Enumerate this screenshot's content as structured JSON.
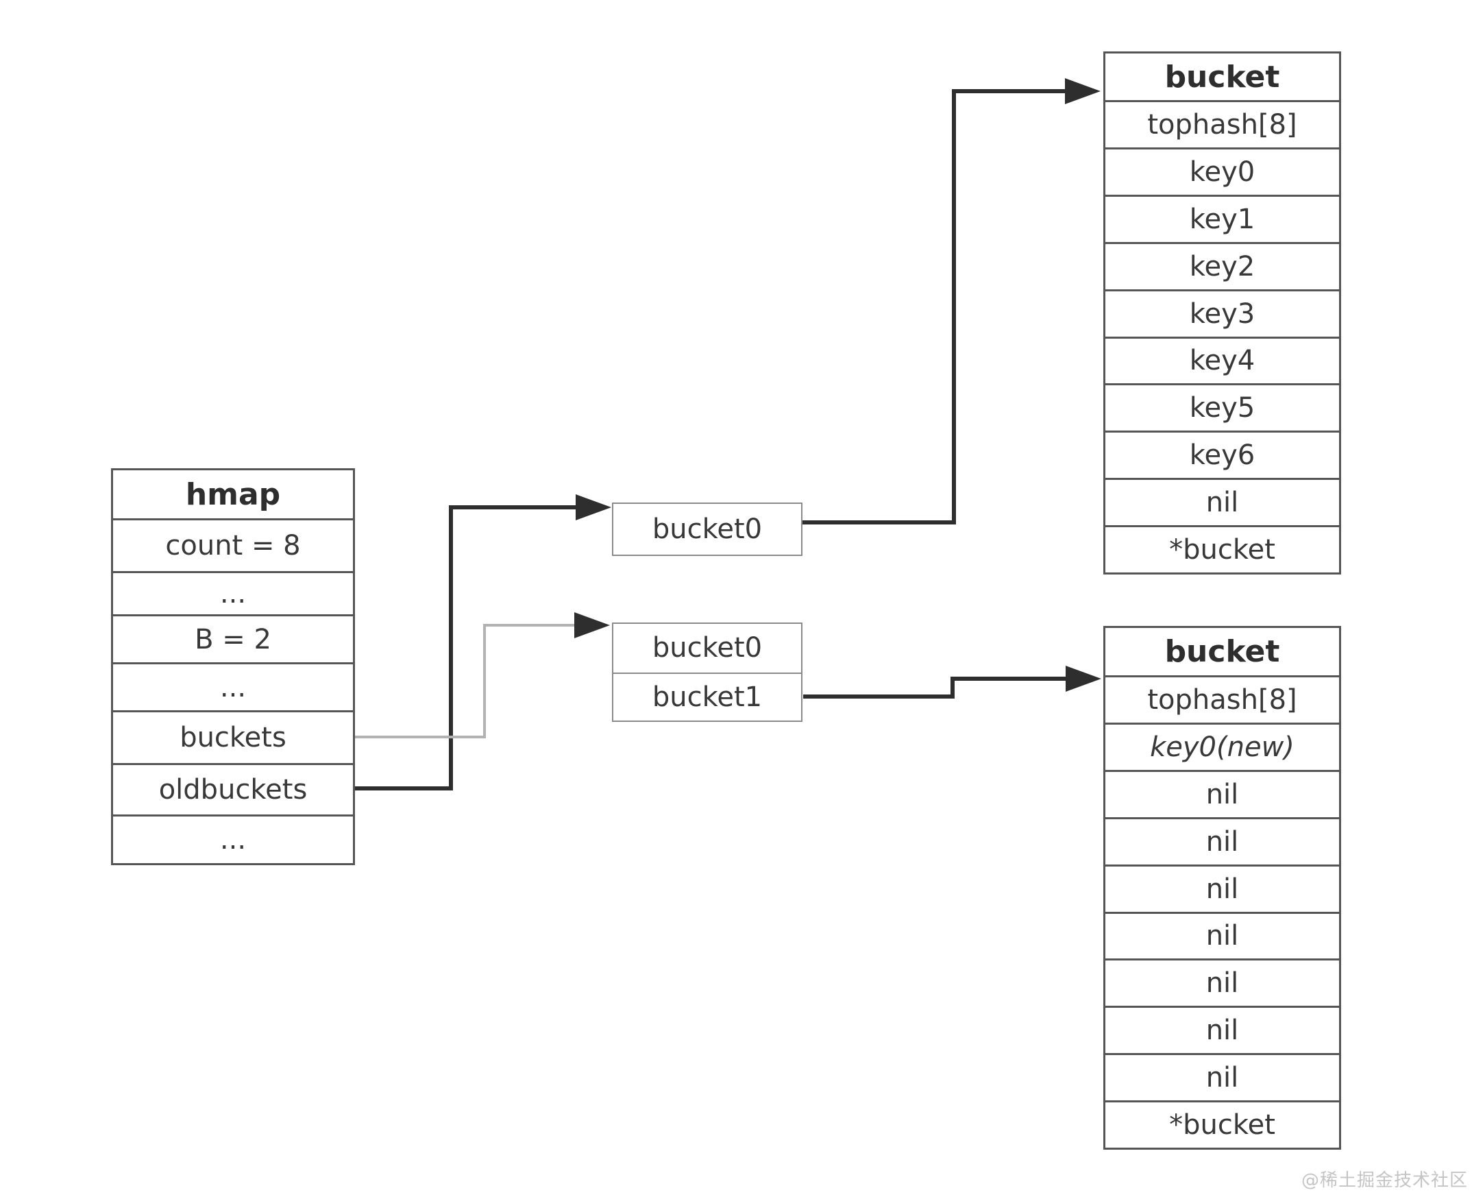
{
  "diagram": {
    "hmap": {
      "title": "hmap",
      "rows": [
        "count = 8",
        "...",
        "B = 2",
        "...",
        "buckets",
        "oldbuckets",
        "..."
      ]
    },
    "old_pointer_box": {
      "cells": [
        "bucket0"
      ]
    },
    "new_pointer_box": {
      "cells": [
        "bucket0",
        "bucket1"
      ]
    },
    "old_bucket": {
      "title": "bucket",
      "rows": [
        "tophash[8]",
        "key0",
        "key1",
        "key2",
        "key3",
        "key4",
        "key5",
        "key6",
        "nil",
        "*bucket"
      ]
    },
    "new_bucket": {
      "title": "bucket",
      "rows": [
        "tophash[8]",
        "key0(new)",
        "nil",
        "nil",
        "nil",
        "nil",
        "nil",
        "nil",
        "nil",
        "*bucket"
      ]
    },
    "watermark": "@稀土掘金技术社区"
  },
  "colors": {
    "border": "#555555",
    "pointer_box_border": "#8a8a8a",
    "connector_dark": "#2e2e2e",
    "connector_light": "#b2b2b2",
    "text": "#383838",
    "watermark": "#c4c4c4",
    "background": "#ffffff"
  }
}
